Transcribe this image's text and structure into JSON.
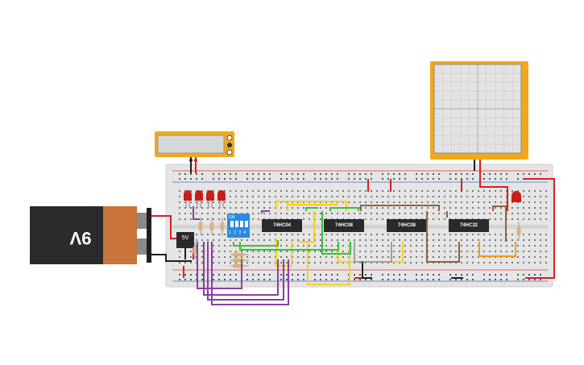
{
  "battery": {
    "label": "9V"
  },
  "regulator": {
    "label": "5V"
  },
  "dip_switch": {
    "on_label": "ON",
    "numbers": "1 2 3 4"
  },
  "chips": [
    {
      "label": "74HC04"
    },
    {
      "label": "74HC08"
    },
    {
      "label": "74HC08"
    },
    {
      "label": "74HC32"
    }
  ],
  "colors": {
    "breadboard": "#e6e6e6",
    "power_rail_red": "#e53935",
    "power_rail_blue": "#3b6fd1",
    "battery_body": "#2b2b2b",
    "battery_cap": "#c8743a",
    "multimeter_frame": "#f0a81c",
    "chip": "#2a2a2a",
    "led_red": "#c81e1e",
    "dip_switch": "#2a8be0",
    "wire_yellow": "#f2d022",
    "wire_green": "#3cbf3c",
    "wire_purple": "#8a3fa0",
    "wire_brown": "#8c6239",
    "wire_orange": "#f29a1f",
    "wire_red": "#d81e1e",
    "wire_black": "#1f1f1f",
    "wire_grey": "#9e9e9e"
  }
}
